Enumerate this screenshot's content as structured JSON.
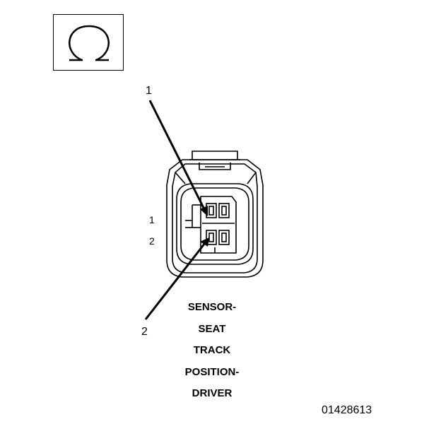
{
  "ohm_symbol": {
    "icon": "ohm-icon"
  },
  "callouts": {
    "top": "1",
    "bottom": "2"
  },
  "pins": {
    "pin1": "1",
    "pin2": "2"
  },
  "caption": {
    "line1": "SENSOR-",
    "line2": "SEAT",
    "line3": "TRACK",
    "line4": "POSITION-",
    "line5": "DRIVER"
  },
  "figure_id": "01428613",
  "colors": {
    "ink": "#000000",
    "background": "#ffffff"
  }
}
